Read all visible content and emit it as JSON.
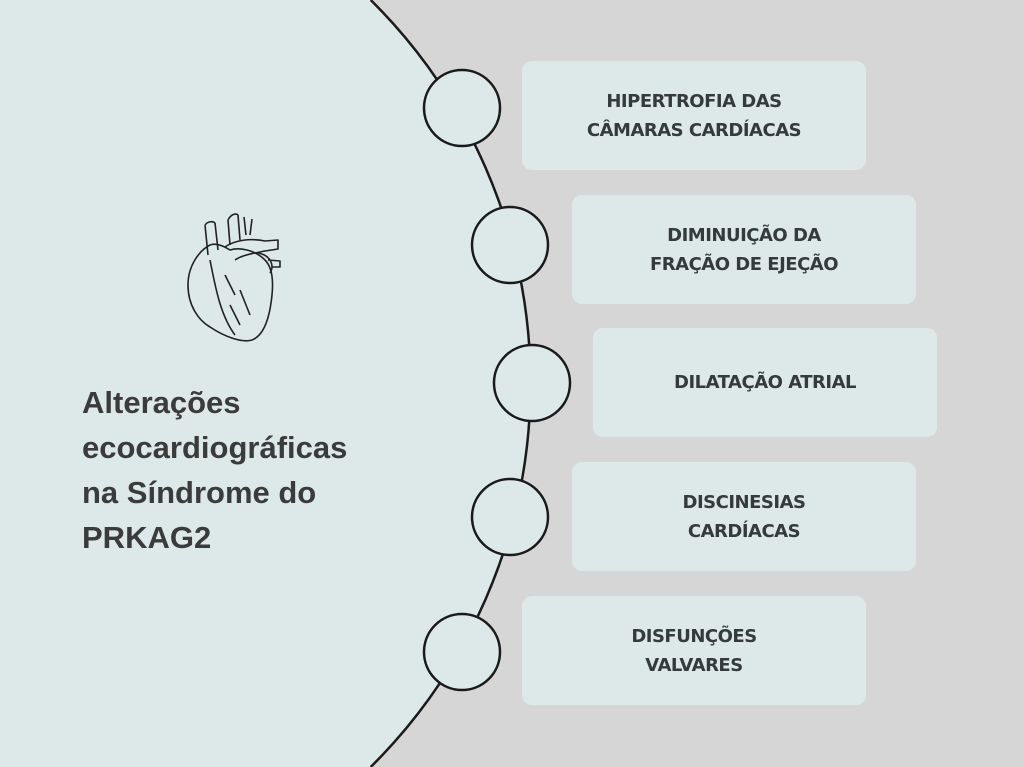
{
  "title_lines": [
    "Alterações",
    "ecocardiográficas",
    "na Síndrome do",
    "PRKAG2"
  ],
  "items": [
    {
      "lines": [
        "HIPERTROFIA DAS",
        "CÂMARAS CARDÍACAS"
      ]
    },
    {
      "lines": [
        "DIMINUIÇÃO DA",
        "FRAÇÃO DE EJEÇÃO"
      ]
    },
    {
      "lines": [
        "DILATAÇÃO ATRIAL"
      ]
    },
    {
      "lines": [
        "DISCINESIAS",
        "CARDÍACAS"
      ]
    },
    {
      "lines": [
        "DISFUNÇÕES",
        "VALVARES"
      ]
    }
  ],
  "colors": {
    "left_panel": "#dde9e9",
    "background": "#d5d6d5",
    "box": "#dde9e9",
    "text": "#353a3a"
  }
}
